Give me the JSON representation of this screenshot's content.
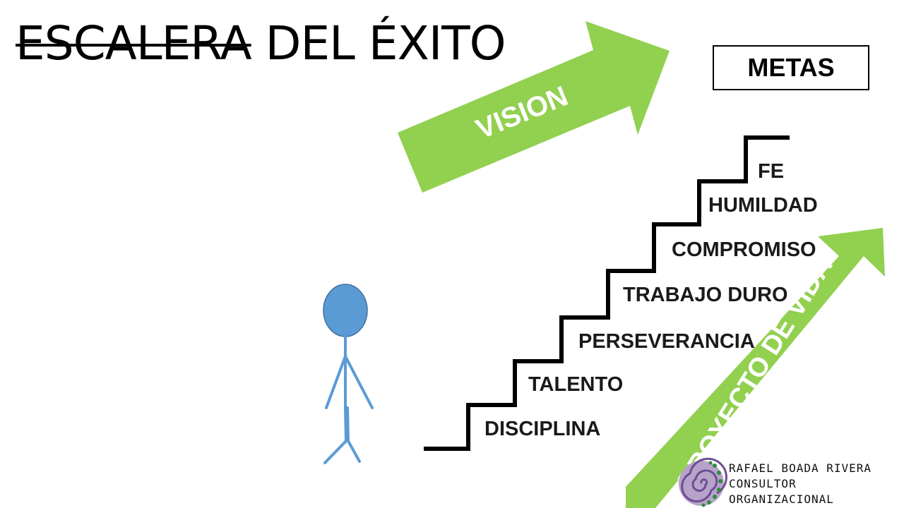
{
  "title": {
    "struck_word": "ESCALERA",
    "rest": "DEL ÉXITO"
  },
  "metas_label": "METAS",
  "vision_label": "VISION",
  "proyecto_label": "PROYECTO DE VIDA",
  "steps": [
    "DISCIPLINA",
    "TALENTO",
    "PERSEVERANCIA",
    "TRABAJO DURO",
    "COMPROMISO",
    "HUMILDAD",
    "FE"
  ],
  "credit": {
    "line1": "RAFAEL BOADA RIVERA",
    "line2": "CONSULTOR",
    "line3": "ORGANIZACIONAL"
  },
  "colors": {
    "arrow_green": "#92d050",
    "figure_blue": "#5b9bd5",
    "stair_black": "#000000"
  },
  "icons": {
    "figure": "stick-figure-icon",
    "logo": "spiral-logo-icon"
  }
}
